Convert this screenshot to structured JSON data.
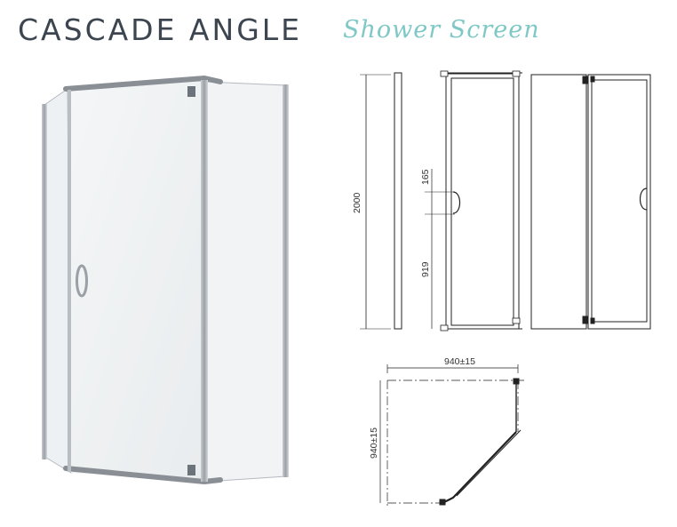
{
  "header": {
    "title": "CASCADE ANGLE",
    "subtitle": "Shower Screen"
  },
  "dimensions": {
    "height": "2000",
    "handle_offset": "165",
    "handle_height": "919",
    "width_top": "940±15",
    "width_side": "940±15"
  },
  "colors": {
    "title": "#3d4650",
    "subtitle": "#7fc8c6",
    "frame": "#8a8f96",
    "line": "#222222"
  }
}
